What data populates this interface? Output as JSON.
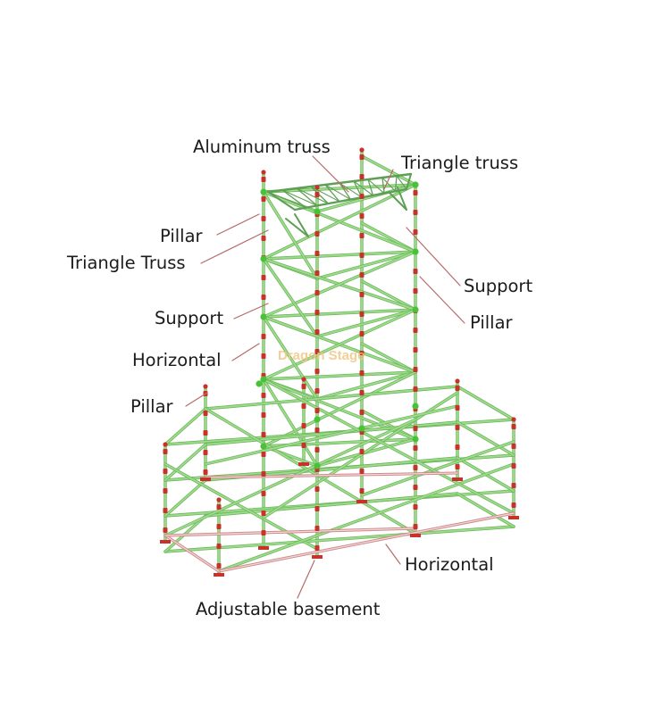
{
  "labels": {
    "aluminum_truss": "Aluminum truss",
    "triangle_truss_top": "Triangle truss",
    "pillar_upper_left": "Pillar",
    "triangle_truss_left": "Triangle Truss",
    "support_right": "Support",
    "support_left": "Support",
    "pillar_right": "Pillar",
    "horizontal_left": "Horizontal",
    "pillar_lower_left": "Pillar",
    "horizontal_bottom": "Horizontal",
    "adjustable_basement": "Adjustable basement"
  },
  "watermark": "Dragon Stage",
  "colors": {
    "tube": "#9fdc8e",
    "tube_dark": "#6db85c",
    "coupler": "#c8322a",
    "node": "#49c23a",
    "horizontal": "#d08a8a",
    "leader": "#b76a6a",
    "truss": "#5f9f55"
  }
}
